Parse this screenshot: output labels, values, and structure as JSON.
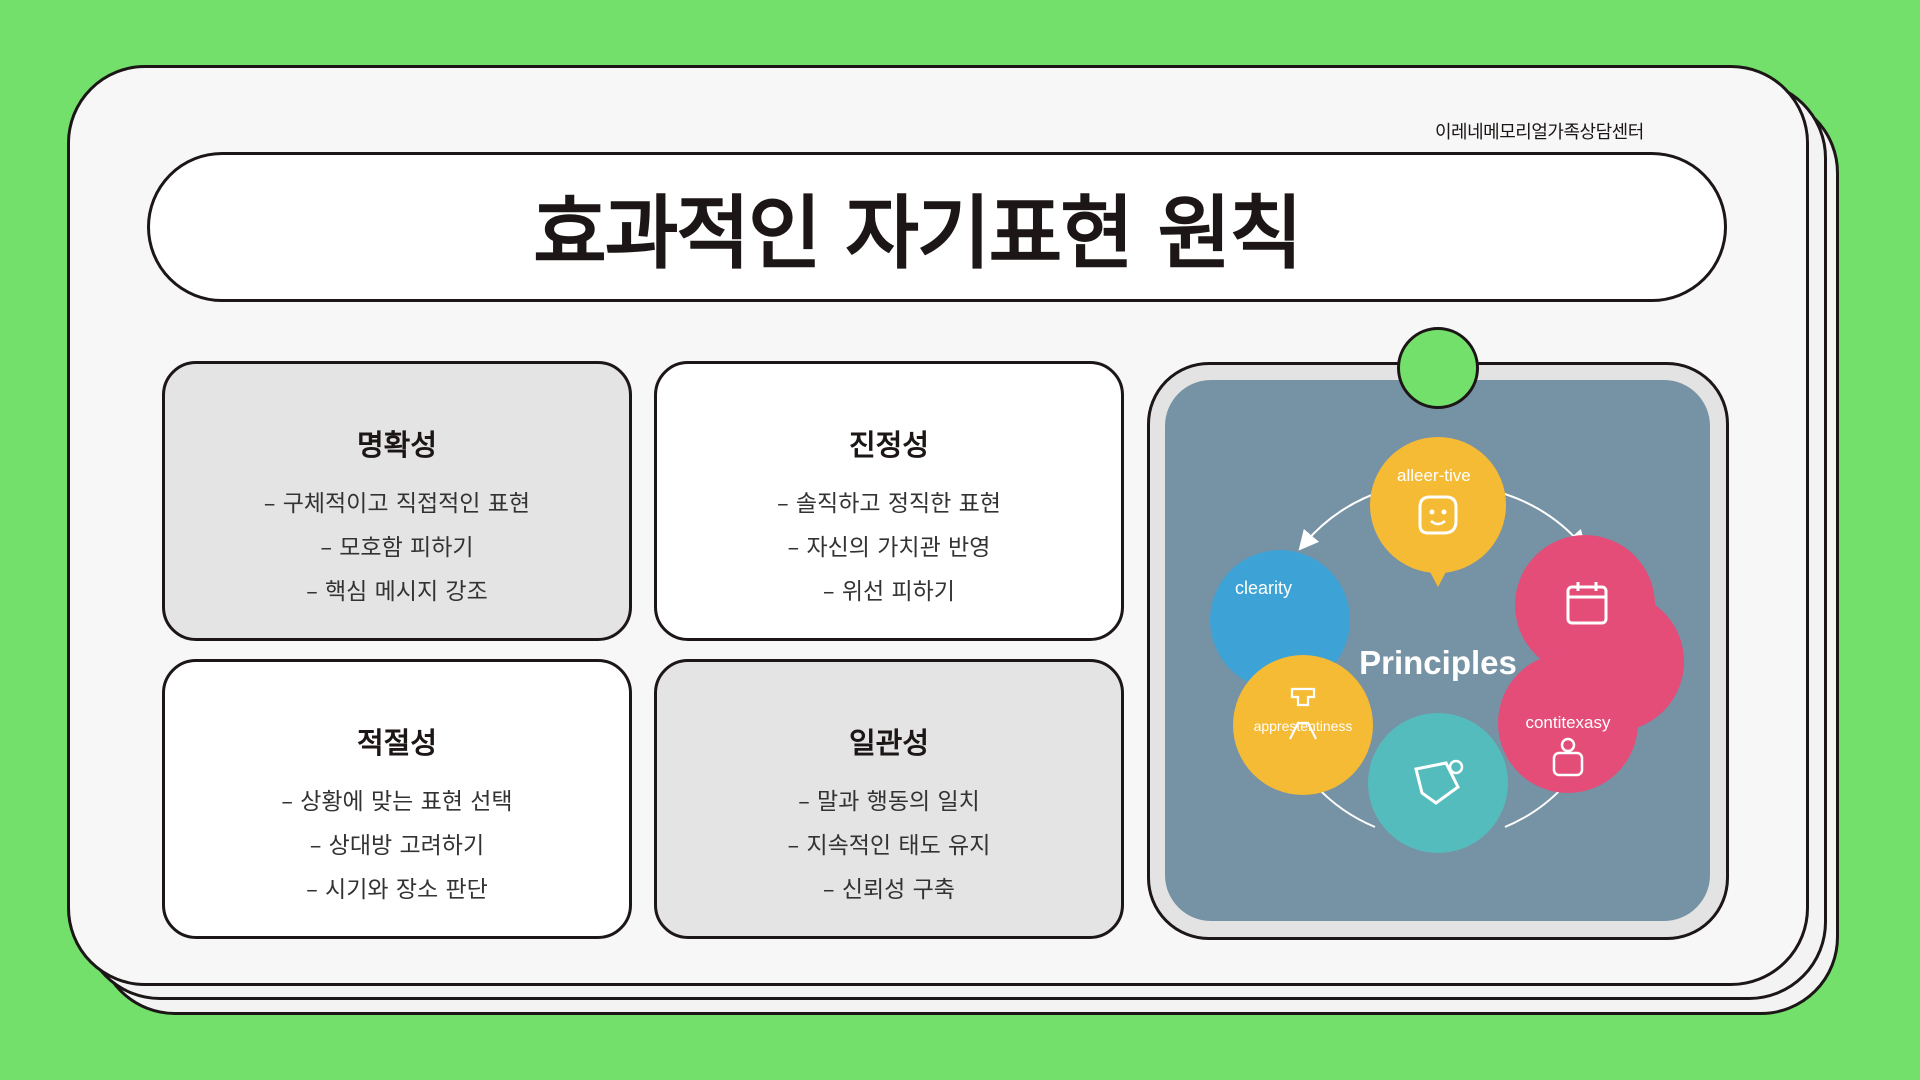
{
  "org_name": "이레네메모리얼가족상담센터",
  "title": "효과적인 자기표현 원칙",
  "cards": [
    {
      "title": "명확성",
      "items": [
        "– 구체적이고 직접적인 표현",
        "– 모호함 피하기",
        "– 핵심 메시지 강조"
      ]
    },
    {
      "title": "진정성",
      "items": [
        "– 솔직하고 정직한 표현",
        "– 자신의 가치관 반영",
        "– 위선 피하기"
      ]
    },
    {
      "title": "적절성",
      "items": [
        "– 상황에 맞는 표현 선택",
        "– 상대방 고려하기",
        "– 시기와 장소 판단"
      ]
    },
    {
      "title": "일관성",
      "items": [
        "– 말과 행동의 일치",
        "– 지속적인 태도 유지",
        "– 신뢰성 구축"
      ]
    }
  ],
  "illustration": {
    "center_label": "Principles",
    "bubbles": [
      {
        "label": "alleer-tive",
        "color": "#f6bb35",
        "icon": "face-icon"
      },
      {
        "label": "",
        "color": "#e34d78",
        "icon": "calendar-icon"
      },
      {
        "label": "contitexasy",
        "color": "#e34d78",
        "icon": "person-icon"
      },
      {
        "label": "",
        "color": "#55bcbd",
        "icon": "document-gear-icon"
      },
      {
        "label": "apprestentiness",
        "color": "#f6bb35",
        "icon": "figure-icon"
      },
      {
        "label": "clearity",
        "color": "#3da2d6",
        "icon": ""
      }
    ],
    "background_color": "#7692a5"
  },
  "colors": {
    "page_background": "#74e06c",
    "ink": "#1c1616",
    "card_gray": "#e4e4e4",
    "card_white": "#ffffff"
  }
}
